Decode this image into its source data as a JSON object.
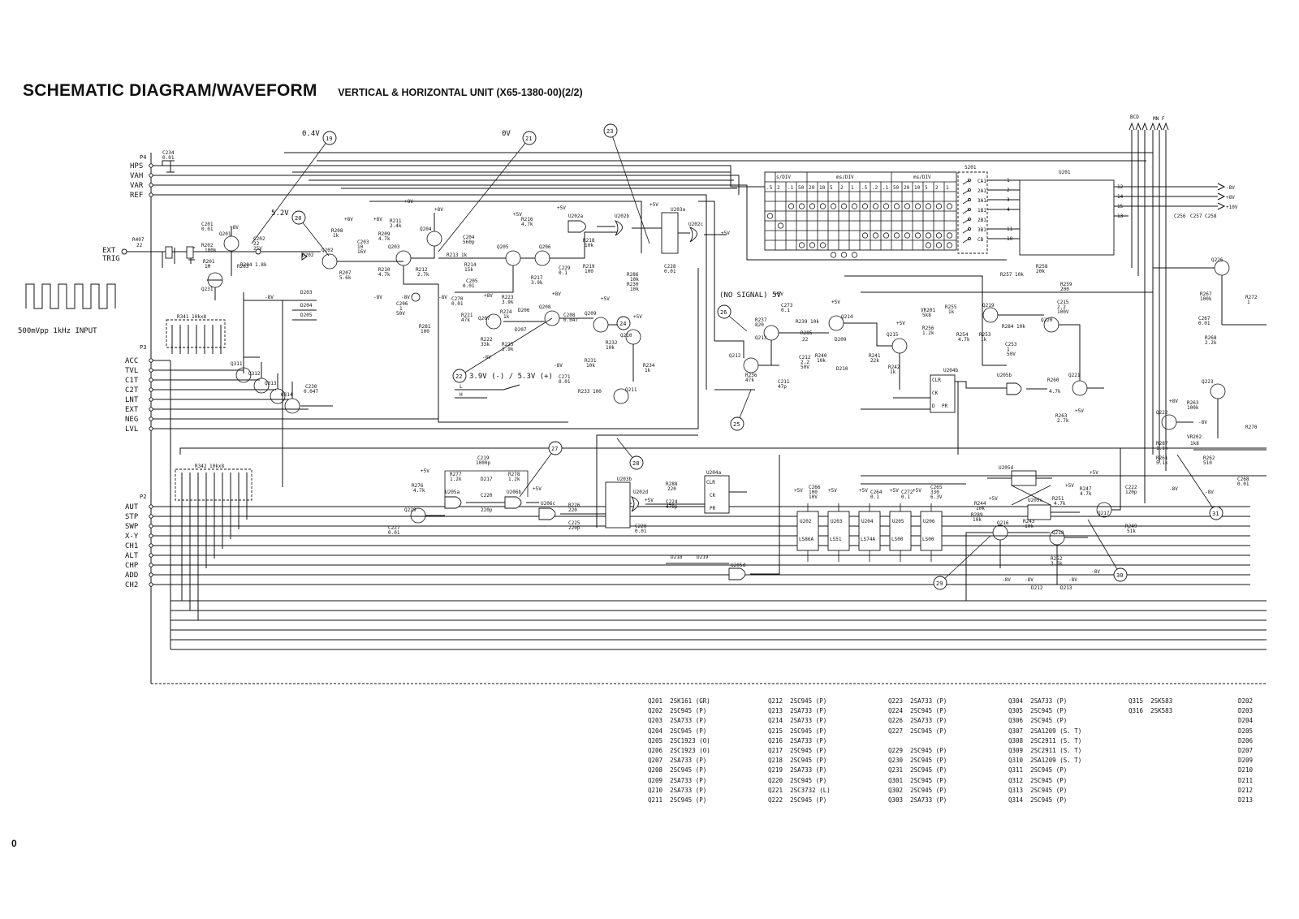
{
  "title": "SCHEMATIC DIAGRAM/WAVEFORM",
  "subtitle": "VERTICAL & HORIZONTAL UNIT (X65-1380-00)(2/2)",
  "page_number": "0",
  "input_waveform_label": "500mVpp  1kHz  INPUT",
  "ext_trig": [
    "EXT",
    "TRIG"
  ],
  "bcd_label": "BCD",
  "mnf_label": "MN F",
  "connectors": {
    "p4": {
      "name": "P4",
      "pins": [
        "HPS",
        "VAH",
        "VAR",
        "REF"
      ]
    },
    "p3": {
      "name": "P3",
      "pins": [
        "ACC",
        "TVL",
        "C1T",
        "C2T",
        "LNT",
        "EXT",
        "NEG",
        "LVL"
      ]
    },
    "p2": {
      "name": "P2",
      "pins": [
        "AUT",
        "STP",
        "SWP",
        "X-Y",
        "CH1",
        "ALT",
        "CHP",
        "ADD",
        "CH2"
      ]
    }
  },
  "test_points": [
    {
      "num": "19",
      "voltage": "0.4V"
    },
    {
      "num": "20",
      "voltage": "5.2V"
    },
    {
      "num": "21",
      "voltage": "0V"
    },
    {
      "num": "22",
      "voltage": "3.9V (-) / 5.3V (+)"
    },
    {
      "num": "23",
      "voltage": ""
    },
    {
      "num": "24",
      "voltage": ""
    },
    {
      "num": "25",
      "voltage": ""
    },
    {
      "num": "26",
      "voltage": "(NO SIGNAL) 5V"
    },
    {
      "num": "27",
      "voltage": ""
    },
    {
      "num": "28",
      "voltage": ""
    },
    {
      "num": "29",
      "voltage": ""
    },
    {
      "num": "30",
      "voltage": ""
    },
    {
      "num": "31",
      "voltage": ""
    }
  ],
  "sweep_table": {
    "groups": [
      "s/DIV",
      "ms/DIV",
      "ms/DIV"
    ],
    "headers": [
      ".5",
      "2",
      ".1",
      "50",
      "20",
      "10",
      "5",
      "2",
      "1",
      ".5",
      ".2",
      ".1",
      "50",
      "20",
      "10",
      "5",
      "2",
      "1"
    ]
  },
  "switch": {
    "name": "S201",
    "positions": [
      "CA1",
      "2A1",
      "3A1",
      "1B1",
      "2B1",
      "3B1",
      "CB"
    ]
  },
  "ic_blocks": [
    {
      "ref": "U202",
      "type": "LS86A"
    },
    {
      "ref": "U203",
      "type": "LS51"
    },
    {
      "ref": "U204",
      "type": "LS74A"
    },
    {
      "ref": "U205",
      "type": "LS00"
    },
    {
      "ref": "U206",
      "type": "LS00"
    }
  ],
  "u201": "U201",
  "rails": [
    "-8V",
    "+8V",
    "+10V"
  ],
  "parts_list": [
    [
      "Q201  2SK161 (GR)",
      "Q202  2SC945 (P)",
      "Q203  2SA733 (P)",
      "Q204  2SC945 (P)",
      "Q205  2SC1923 (O)",
      "Q206  2SC1923 (O)",
      "Q207  2SA733 (P)",
      "Q208  2SC945 (P)",
      "Q209  2SA733 (P)",
      "Q210  2SA733 (P)",
      "Q211  2SC945 (P)"
    ],
    [
      "Q212  2SC945 (P)",
      "Q213  2SA733 (P)",
      "Q214  2SA733 (P)",
      "Q215  2SC945 (P)",
      "Q216  2SA733 (P)",
      "Q217  2SC945 (P)",
      "Q218  2SC945 (P)",
      "Q219  2SA733 (P)",
      "Q220  2SC945 (P)",
      "Q221  2SC3732 (L)",
      "Q222  2SC945 (P)"
    ],
    [
      "Q223  2SA733 (P)",
      "Q224  2SC945 (P)",
      "Q226  2SA733 (P)",
      "Q227  2SC945 (P)",
      "",
      "Q229  2SC945 (P)",
      "Q230  2SC945 (P)",
      "Q231  2SC945 (P)",
      "Q301  2SC945 (P)",
      "Q302  2SC945 (P)",
      "Q303  2SA733 (P)"
    ],
    [
      "Q304  2SA733 (P)",
      "Q305  2SC945 (P)",
      "Q306  2SC945 (P)",
      "Q307  2SA1209 (S. T)",
      "Q308  2SC2911 (S. T)",
      "Q309  2SC2911 (S. T)",
      "Q310  2SA1209 (S. T)",
      "Q311  2SC945 (P)",
      "Q312  2SC945 (P)",
      "Q313  2SC945 (P)",
      "Q314  2SC945 (P)"
    ],
    [
      "Q315  2SK583",
      "Q316  2SK583"
    ],
    [
      "D202",
      "D203",
      "D204",
      "D205",
      "D206",
      "D207",
      "D209",
      "D210",
      "D211",
      "D212",
      "D213"
    ]
  ]
}
